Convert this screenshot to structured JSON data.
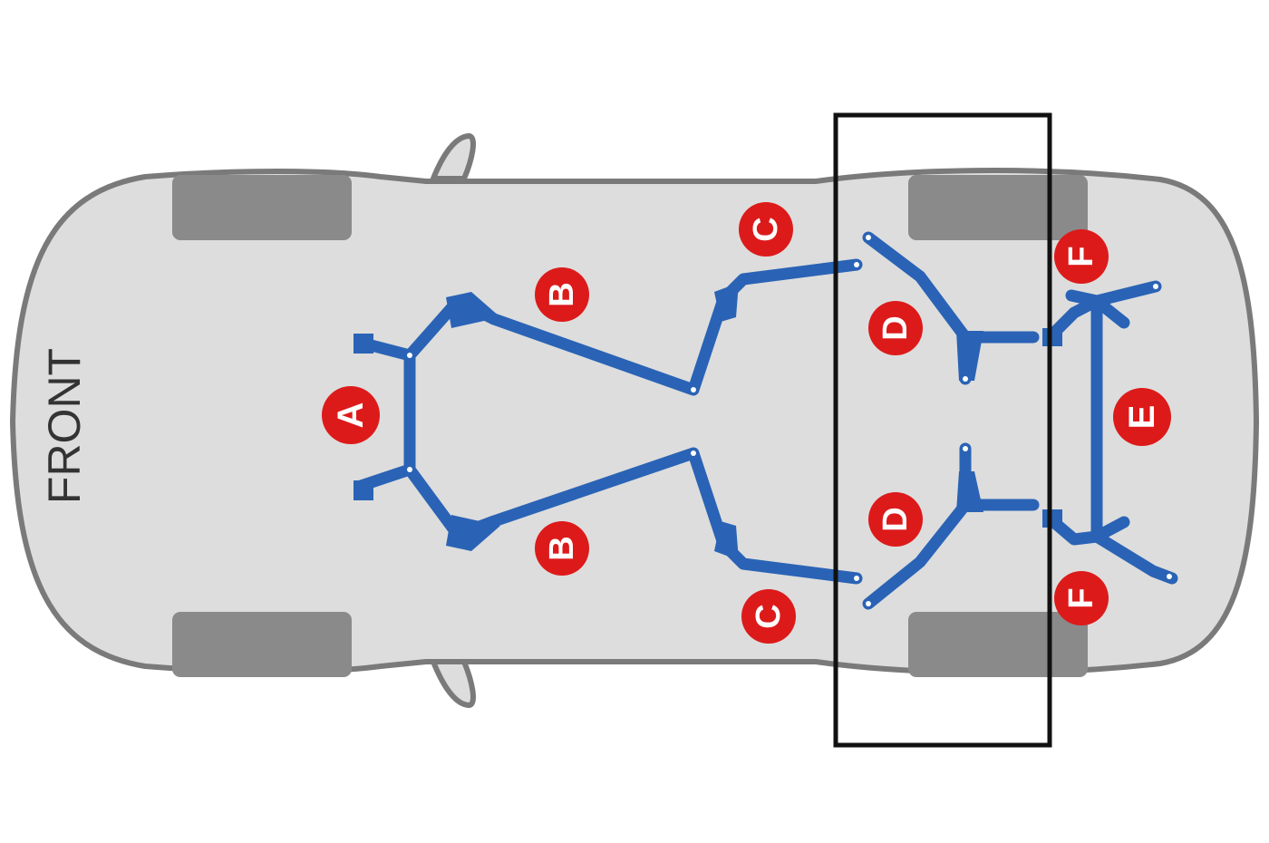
{
  "diagram": {
    "front_label": "FRONT",
    "labels": [
      "A",
      "B",
      "B",
      "C",
      "C",
      "D",
      "D",
      "E",
      "F",
      "F"
    ],
    "colors": {
      "body_fill": "#dddddd",
      "body_stroke": "#7a7a7a",
      "tire": "#8a8a8a",
      "brace": "#2a63b5",
      "badge": "#dd1a1a",
      "badge_text": "#ffffff",
      "highlight_box": "#111111"
    }
  }
}
